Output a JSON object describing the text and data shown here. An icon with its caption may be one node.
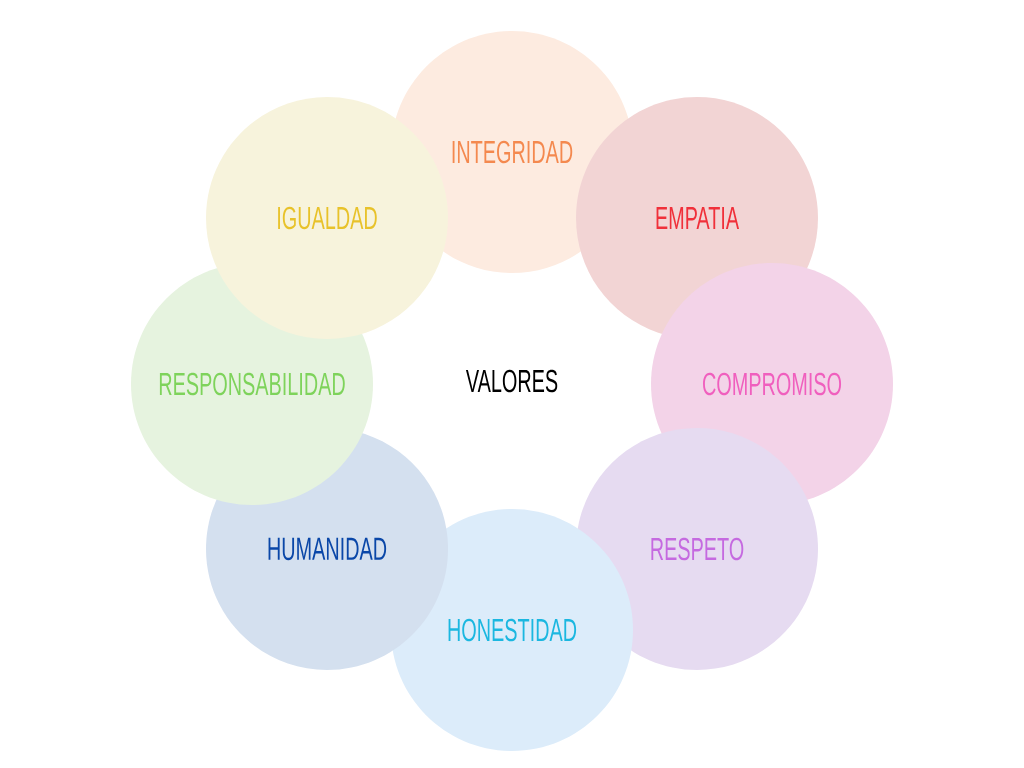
{
  "diagram": {
    "nodes": [
      {
        "text": [
          "VALORES"
        ]
      },
      {
        "text": [
          "INTEGRIDAD"
        ]
      },
      {
        "text": [
          "EMPATIA"
        ]
      },
      {
        "text": [
          "COMPROMISO"
        ]
      },
      {
        "text": [
          "RESPETO"
        ]
      },
      {
        "text": [
          "HONESTIDAD"
        ]
      },
      {
        "text": [
          "HUMANIDAD"
        ]
      },
      {
        "text": [
          "RESPONSABILIDAD"
        ]
      },
      {
        "text": [
          "IGUALDAD"
        ]
      }
    ]
  }
}
